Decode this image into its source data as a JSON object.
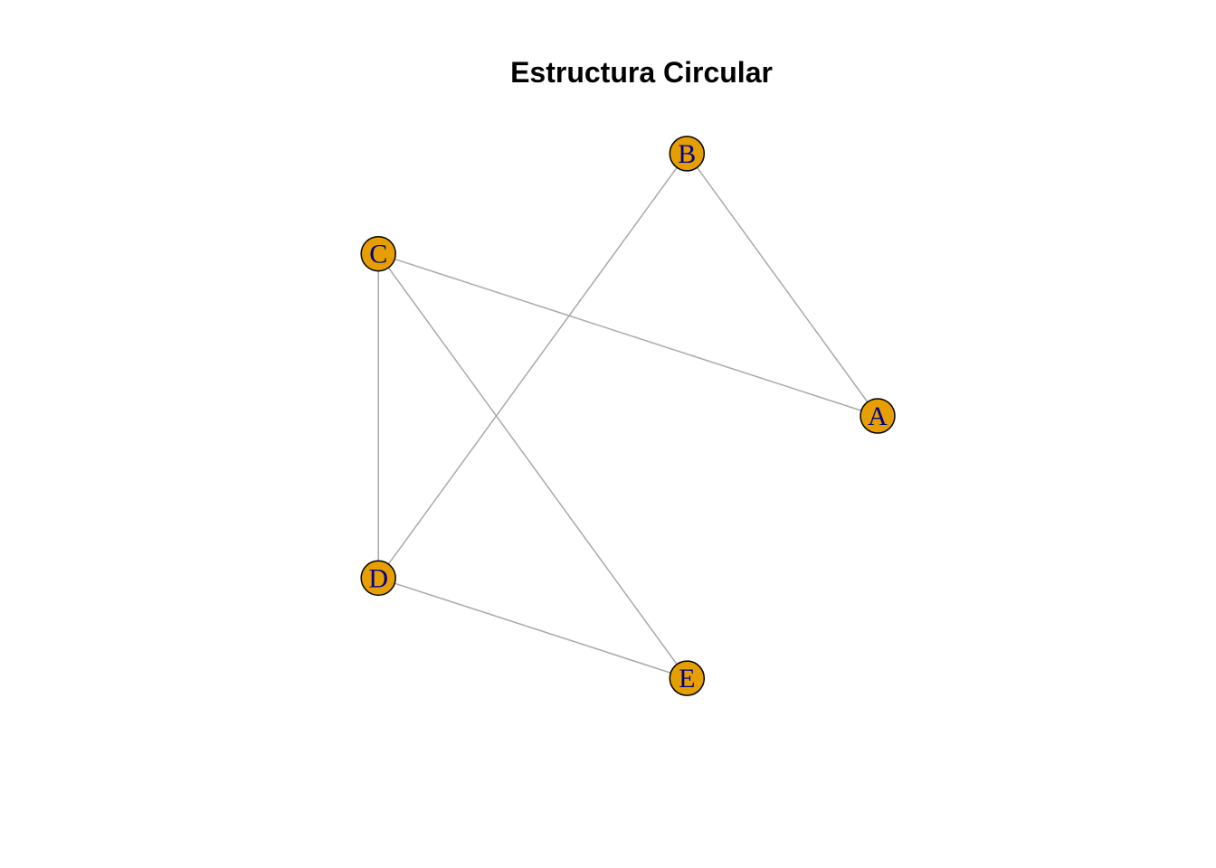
{
  "title": "Estructura Circular",
  "colors": {
    "node_fill": "#E69F00",
    "label": "#00008B",
    "edge": "#A9A9A9"
  },
  "nodes": [
    {
      "id": "A",
      "label": "A"
    },
    {
      "id": "B",
      "label": "B"
    },
    {
      "id": "C",
      "label": "C"
    },
    {
      "id": "D",
      "label": "D"
    },
    {
      "id": "E",
      "label": "E"
    }
  ],
  "edges": [
    {
      "from": "A",
      "to": "B"
    },
    {
      "from": "A",
      "to": "C"
    },
    {
      "from": "B",
      "to": "D"
    },
    {
      "from": "C",
      "to": "D"
    },
    {
      "from": "C",
      "to": "E"
    },
    {
      "from": "D",
      "to": "E"
    }
  ]
}
